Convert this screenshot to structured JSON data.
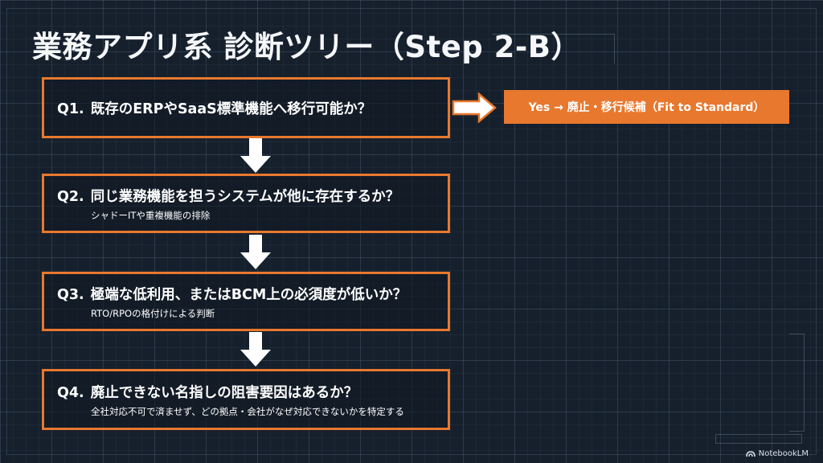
{
  "title": "業務アプリ系 診断ツリー（Step 2-B）",
  "questions": [
    {
      "num": "Q1.",
      "text": "既存のERPやSaaS標準機能へ移行可能か？",
      "sub": ""
    },
    {
      "num": "Q2.",
      "text": "同じ業務機能を担うシステムが他に存在するか？",
      "sub": "シャドーITや重複機能の排除"
    },
    {
      "num": "Q3.",
      "text": "極端な低利用、またはBCM上の必須度が低いか？",
      "sub": "RTO/RPOの格付けによる判断"
    },
    {
      "num": "Q4.",
      "text": "廃止できない名指しの阻害要因はあるか？",
      "sub": "全社対応不可で済ませず、どの拠点・会社がなぜ対応できないかを特定する"
    }
  ],
  "yes_result": "Yes → 廃止・移行候補（Fit to Standard）",
  "branding": "NotebookLM",
  "colors": {
    "accent": "#e8782e",
    "background": "#16202c",
    "arrow": "#ffffff"
  },
  "icons": {
    "logo": "notebooklm-logo-icon"
  }
}
